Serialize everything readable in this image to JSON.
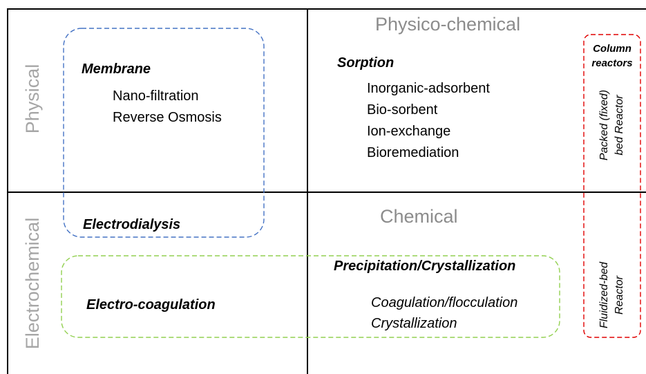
{
  "quadrants": {
    "top_right_title": "Physico-chemical",
    "bottom_right_title": "Chemical",
    "left_top_label": "Physical",
    "left_bottom_label": "Electrochemical"
  },
  "membrane": {
    "heading": "Membrane",
    "items": [
      "Nano-filtration",
      "Reverse Osmosis"
    ]
  },
  "electrodialysis": {
    "heading": "Electrodialysis"
  },
  "sorption": {
    "heading": "Sorption",
    "items": [
      "Inorganic-adsorbent",
      "Bio-sorbent",
      "Ion-exchange",
      "Bioremediation"
    ]
  },
  "precipitation": {
    "heading": "Precipitation/Crystallization",
    "items": [
      "Coagulation/flocculation",
      "Crystallization"
    ]
  },
  "electrocoagulation": {
    "heading": "Electro-coagulation"
  },
  "column_reactors": {
    "heading_line1": "Column",
    "heading_line2": "reactors",
    "packed_line1": "Packed (fixed)",
    "packed_line2": "bed Reactor",
    "fluidized_line1": "Fluidized-bed",
    "fluidized_line2": "Reactor"
  },
  "colors": {
    "membrane_box": "#4472c4",
    "green_box": "#92d050",
    "column_box": "#e00000",
    "quadrant_title": "#8c8c8c",
    "side_label": "#a6a6a6"
  }
}
